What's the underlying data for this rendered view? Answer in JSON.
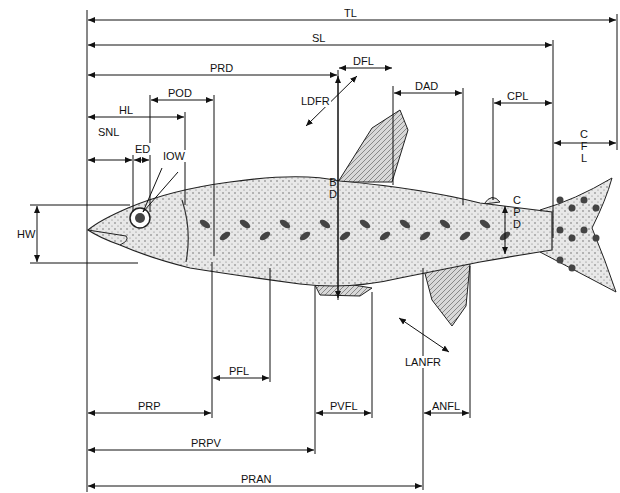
{
  "diagram": {
    "labels": [
      "TL",
      "SL",
      "PRD",
      "DFL",
      "LDFR",
      "DAD",
      "CPL",
      "CF L",
      "HL",
      "POD",
      "SNL",
      "ED",
      "IOW",
      "HW",
      "B D",
      "C P D",
      "PFL",
      "PRP",
      "PVFL",
      "ANFL",
      "PRPV",
      "LANFR",
      "PRAN"
    ]
  }
}
